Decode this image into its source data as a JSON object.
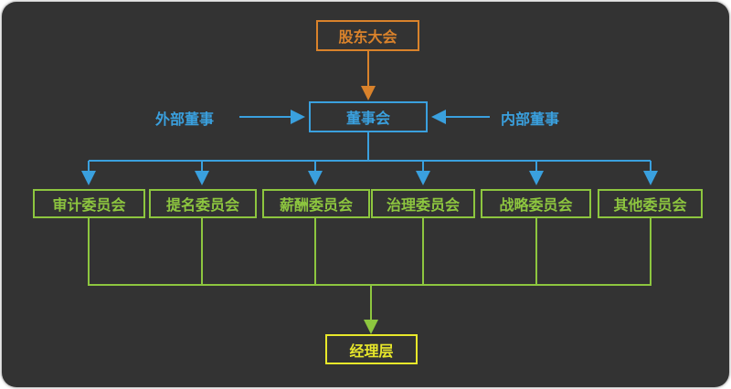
{
  "colors": {
    "background": "#333333",
    "shareholders": "#d9822b",
    "board": "#3aa0de",
    "committees": "#8dc63f",
    "management": "#e8e82a"
  },
  "diagram": {
    "shareholders_meeting": "股东大会",
    "board": "董事会",
    "external_directors": "外部董事",
    "internal_directors": "内部董事",
    "committees": [
      "审计委员会",
      "提名委员会",
      "薪酬委员会",
      "治理委员会",
      "战略委员会",
      "其他委员会"
    ],
    "management": "经理层"
  }
}
